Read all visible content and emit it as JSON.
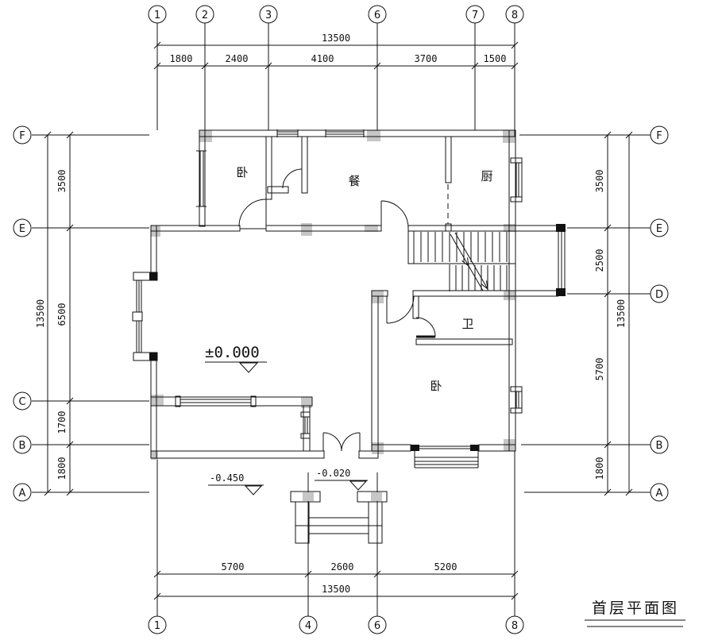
{
  "drawing": {
    "title": "首层平面图",
    "type": "first-floor-plan"
  },
  "axis_bubbles": {
    "top": [
      "1",
      "2",
      "3",
      "6",
      "7",
      "8"
    ],
    "bottom": [
      "1",
      "4",
      "6",
      "8"
    ],
    "left": [
      "F",
      "E",
      "C",
      "B",
      "A"
    ],
    "right": [
      "F",
      "E",
      "D",
      "B",
      "A"
    ]
  },
  "dimensions": {
    "top": {
      "overall": "13500",
      "segments": [
        "1800",
        "2400",
        "4100",
        "3700",
        "1500"
      ]
    },
    "bottom": {
      "overall": "13500",
      "segments": [
        "5700",
        "2600",
        "5200"
      ]
    },
    "left": {
      "overall": "13500",
      "segments": [
        "3500",
        "6500",
        "1700",
        "1800"
      ]
    },
    "right": {
      "overall": "13500",
      "segments": [
        "3500",
        "2500",
        "5700",
        "1800"
      ]
    }
  },
  "room_labels": [
    {
      "id": "bedroom-nw",
      "label": "卧"
    },
    {
      "id": "dining",
      "label": "餐"
    },
    {
      "id": "kitchen",
      "label": "厨"
    },
    {
      "id": "bathroom",
      "label": "卫"
    },
    {
      "id": "bedroom-se",
      "label": "卧"
    }
  ],
  "elevation_markers": [
    {
      "id": "ground-floor",
      "label": "±0.000"
    },
    {
      "id": "yard",
      "label": "-0.450"
    },
    {
      "id": "entry-porch",
      "label": "-0.020"
    }
  ],
  "colors": {
    "line": "#111111",
    "column_fill": "#c6c6c6",
    "paper": "#ffffff"
  }
}
